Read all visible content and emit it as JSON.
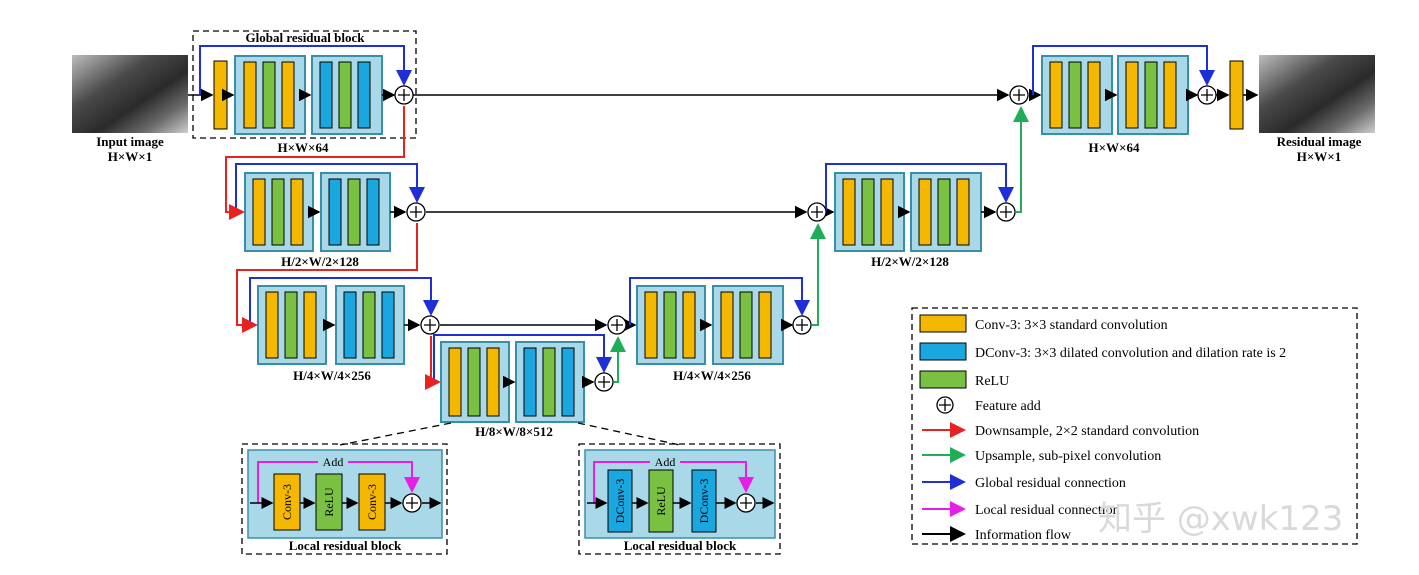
{
  "labels": {
    "global_residual_block": "Global residual block",
    "input_image": "Input image",
    "input_dims": "H×W×1",
    "residual_image": "Residual image",
    "residual_dims": "H×W×1",
    "enc1_dims": "H×W×64",
    "enc2_dims": "H/2×W/2×128",
    "enc3_dims": "H/4×W/4×256",
    "bottleneck_dims": "H/8×W/8×512",
    "dec3_dims": "H/4×W/4×256",
    "dec2_dims": "H/2×W/2×128",
    "dec1_dims": "H×W×64"
  },
  "local_block_left": {
    "add": "Add",
    "layers": [
      "Conv-3",
      "ReLU",
      "Conv-3"
    ],
    "caption": "Local residual block"
  },
  "local_block_right": {
    "add": "Add",
    "layers": [
      "DConv-3",
      "ReLU",
      "DConv-3"
    ],
    "caption": "Local residual block"
  },
  "legend": [
    {
      "kind": "swatch",
      "color": "#f5b800",
      "text": "Conv-3: 3×3 standard convolution"
    },
    {
      "kind": "swatch",
      "color": "#1aa7e0",
      "text": "DConv-3: 3×3 dilated convolution and dilation rate is 2"
    },
    {
      "kind": "swatch",
      "color": "#7ac143",
      "text": "ReLU"
    },
    {
      "kind": "add",
      "text": "Feature add"
    },
    {
      "kind": "arrow",
      "color": "#e8231f",
      "text": "Downsample, 2×2 standard convolution"
    },
    {
      "kind": "arrow",
      "color": "#1fae57",
      "text": "Upsample, sub-pixel convolution"
    },
    {
      "kind": "arrow",
      "color": "#1f2fd8",
      "text": "Global residual connection"
    },
    {
      "kind": "arrow",
      "color": "#e81ee8",
      "text": "Local residual connection"
    },
    {
      "kind": "arrow",
      "color": "#000000",
      "text": "Information flow"
    }
  ],
  "watermark": "知乎 @xwk123",
  "colors": {
    "conv": "#f5b800",
    "dconv": "#1aa7e0",
    "relu": "#7ac143",
    "block_bg": "#a9d8e8",
    "down": "#e8231f",
    "up": "#1fae57",
    "global": "#1f2fd8",
    "local": "#e81ee8"
  }
}
